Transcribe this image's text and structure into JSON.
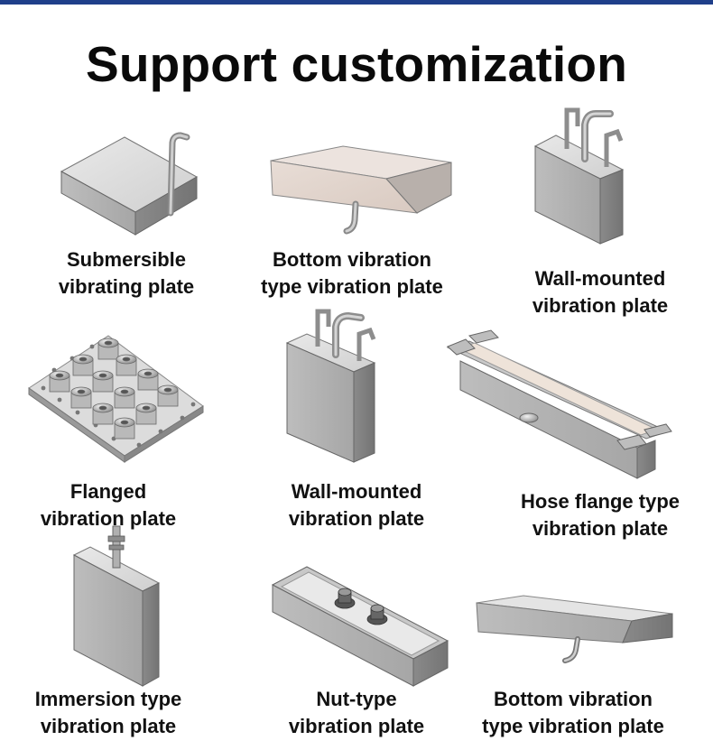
{
  "title": "Support customization",
  "items": [
    {
      "line1": "Submersible",
      "line2": "vibrating plate"
    },
    {
      "line1": "Bottom vibration",
      "line2": "type vibration plate"
    },
    {
      "line1": "Wall-mounted",
      "line2": "vibration plate"
    },
    {
      "line1": "Flanged",
      "line2": "vibration plate"
    },
    {
      "line1": "Wall-mounted",
      "line2": "vibration plate"
    },
    {
      "line1": "Hose flange type",
      "line2": "vibration plate"
    },
    {
      "line1": "Immersion type",
      "line2": "vibration plate"
    },
    {
      "line1": "Nut-type",
      "line2": "vibration plate"
    },
    {
      "line1": "Bottom vibration",
      "line2": "type vibration plate"
    }
  ]
}
